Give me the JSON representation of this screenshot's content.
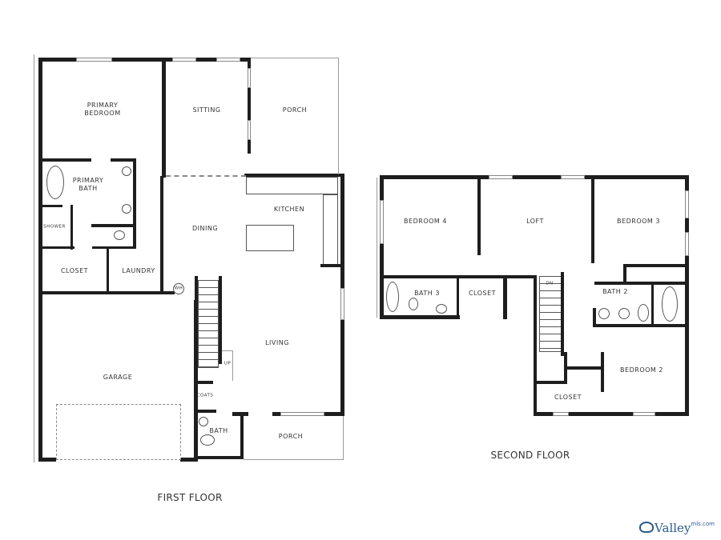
{
  "floors": [
    {
      "name": "first-floor",
      "title": "FIRST FLOOR",
      "rooms": [
        {
          "id": "primary-bedroom",
          "label": "PRIMARY\nBEDROOM"
        },
        {
          "id": "sitting",
          "label": "SITTING"
        },
        {
          "id": "porch-rear",
          "label": "PORCH"
        },
        {
          "id": "primary-bath",
          "label": "PRIMARY\nBATH"
        },
        {
          "id": "shower",
          "label": "SHOWER"
        },
        {
          "id": "closet",
          "label": "CLOSET"
        },
        {
          "id": "laundry",
          "label": "LAUNDRY"
        },
        {
          "id": "dining",
          "label": "DINING"
        },
        {
          "id": "kitchen",
          "label": "KITCHEN"
        },
        {
          "id": "wh",
          "label": "WH"
        },
        {
          "id": "living",
          "label": "LIVING"
        },
        {
          "id": "garage",
          "label": "GARAGE"
        },
        {
          "id": "up",
          "label": "UP"
        },
        {
          "id": "coats",
          "label": "COATS"
        },
        {
          "id": "bath",
          "label": "BATH"
        },
        {
          "id": "porch-front",
          "label": "PORCH"
        }
      ]
    },
    {
      "name": "second-floor",
      "title": "SECOND FLOOR",
      "rooms": [
        {
          "id": "bedroom-4",
          "label": "BEDROOM 4"
        },
        {
          "id": "loft",
          "label": "LOFT"
        },
        {
          "id": "bedroom-3",
          "label": "BEDROOM 3"
        },
        {
          "id": "bath-3",
          "label": "BATH 3"
        },
        {
          "id": "closet-2f",
          "label": "CLOSET"
        },
        {
          "id": "dn",
          "label": "DN"
        },
        {
          "id": "bath-2",
          "label": "BATH 2"
        },
        {
          "id": "bedroom-2",
          "label": "BEDROOM 2"
        },
        {
          "id": "closet-bed2",
          "label": "CLOSET"
        }
      ]
    }
  ],
  "watermark": {
    "brand": "Valley",
    "suffix": "mls.com"
  },
  "colors": {
    "wall": "#1e1e1e",
    "logo": "#2a5a8a"
  }
}
